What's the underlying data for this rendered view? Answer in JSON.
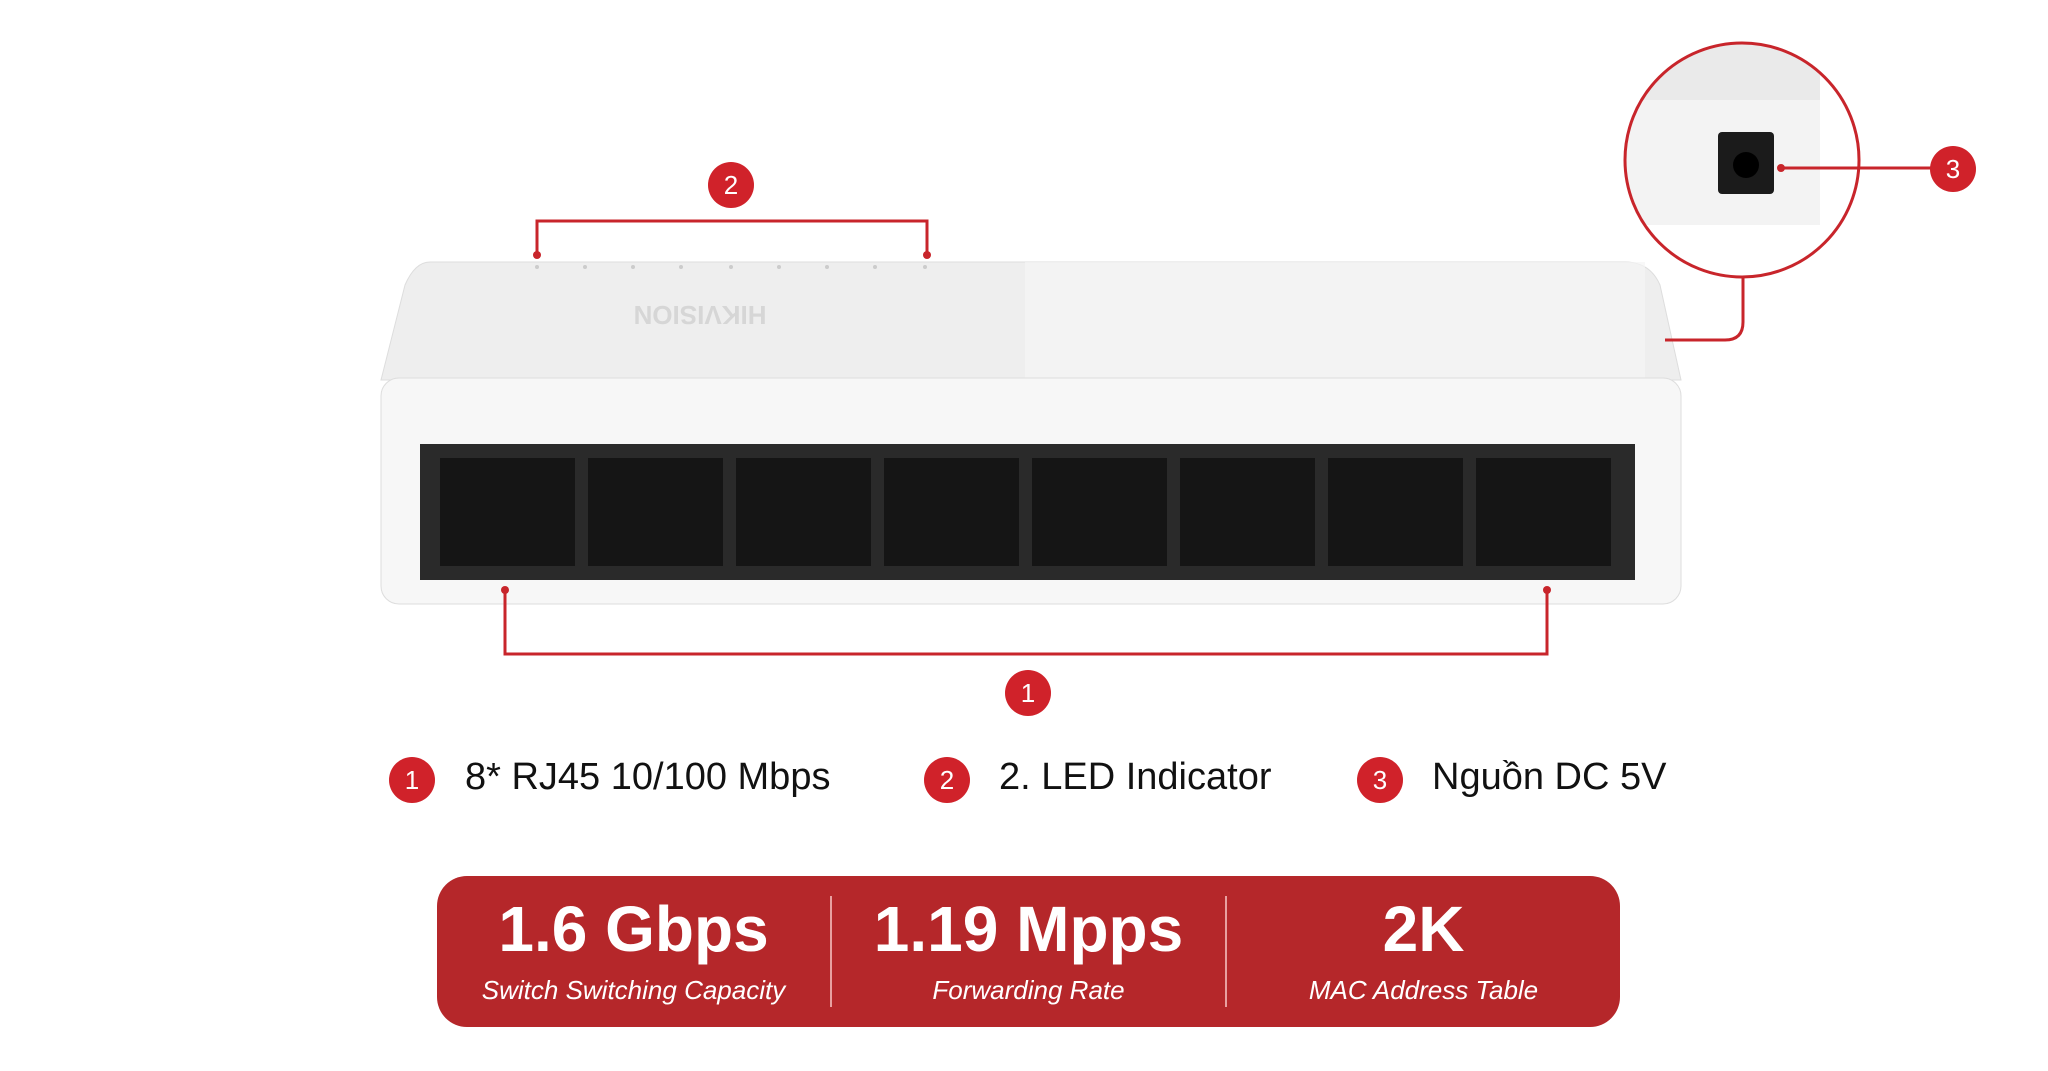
{
  "callouts": [
    {
      "number": "1"
    },
    {
      "number": "2"
    },
    {
      "number": "3"
    }
  ],
  "legend": [
    {
      "number": "1",
      "label": "8* RJ45 10/100 Mbps"
    },
    {
      "number": "2",
      "label": "2. LED Indicator"
    },
    {
      "number": "3",
      "label": "Nguồn DC 5V"
    }
  ],
  "stats": [
    {
      "value": "1.6 Gbps",
      "label": "Switch Switching Capacity"
    },
    {
      "value": "1.19 Mpps",
      "label": "Forwarding Rate"
    },
    {
      "value": "2K",
      "label": "MAC Address Table"
    }
  ],
  "brand_logo": "HIKVISION",
  "colors": {
    "accent": "#d0222a",
    "panel": "#b5272a"
  }
}
